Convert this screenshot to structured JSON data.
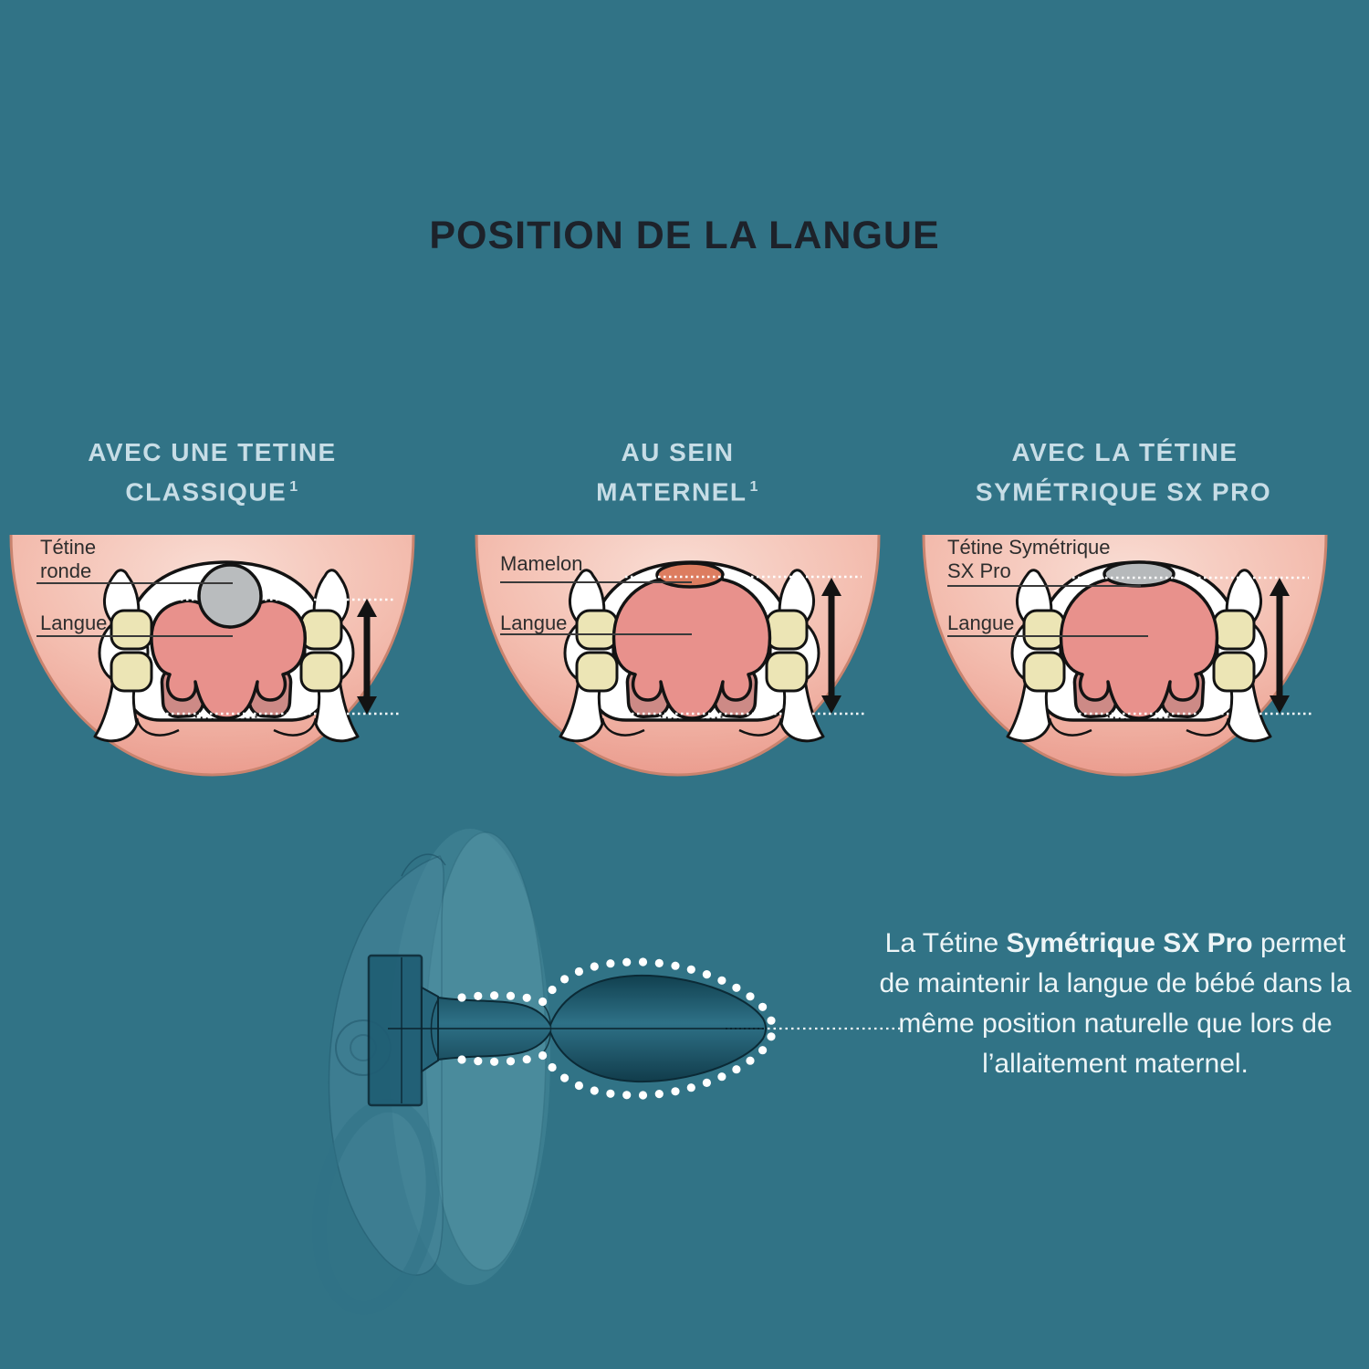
{
  "title": "POSITION DE LA LANGUE",
  "columns": [
    {
      "heading": {
        "line1": "AVEC UNE TETINE",
        "line2": "CLASSIQUE",
        "footnote": "1"
      },
      "labels": {
        "teat_line1": "Tétine",
        "teat_line2": "ronde",
        "tongue": "Langue"
      }
    },
    {
      "heading": {
        "line1": "AU SEIN",
        "line2": "MATERNEL",
        "footnote": "1"
      },
      "labels": {
        "teat_line1": "Mamelon",
        "teat_line2": "",
        "tongue": "Langue"
      }
    },
    {
      "heading": {
        "line1": "AVEC LA TÉTINE",
        "line2": "SYMÉTRIQUE SX PRO",
        "footnote": ""
      },
      "labels": {
        "teat_line1": "Tétine Symétrique",
        "teat_line2": "SX Pro",
        "tongue": "Langue"
      }
    }
  ],
  "caption": {
    "prefix": "La Tétine ",
    "bold": "Symétrique SX Pro",
    "suffix": " permet de maintenir la langue de bébé dans la même position naturelle que lors de l’allaitement maternel."
  },
  "colors": {
    "background": "#317386",
    "title_text": "#1d222a",
    "heading_text": "#c7dde6",
    "diagram_label_text": "#2d2d2d",
    "mouth_pink_light": "#f9ddd4",
    "mouth_pink_dark": "#ea9a8c",
    "mouth_rim": "#c9836e",
    "cavity_white": "#ffffff",
    "outline_black": "#131313",
    "teeth_yellow": "#ece5b5",
    "tongue_pink": "#e8918c",
    "gum_pink": "#cd8a86",
    "classic_teat_gray": "#b9bcbe",
    "nipple_orange": "#dd7d60",
    "sxpro_teat_gray": "#b6b9bb",
    "pacifier_teal": "#2e7187",
    "caption_text": "#edf5f7",
    "measure_dotted_white": "#ffffff"
  }
}
